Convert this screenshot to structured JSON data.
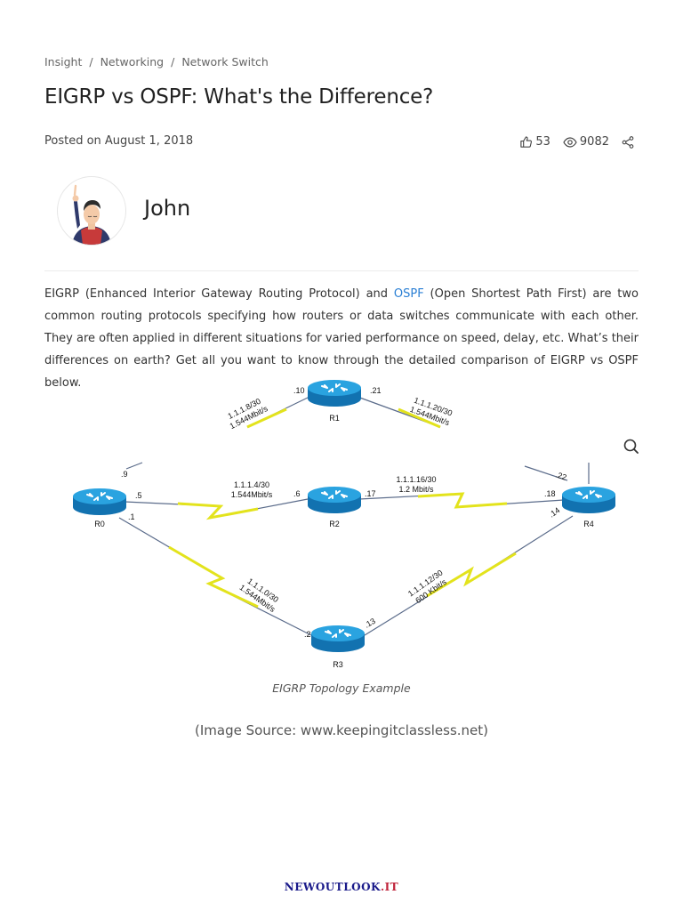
{
  "breadcrumb": [
    "Insight",
    "Networking",
    "Network Switch"
  ],
  "article": {
    "title": "EIGRP vs OSPF: What's the Difference?",
    "posted": "Posted on August 1, 2018",
    "likes": "53",
    "views": "9082"
  },
  "author": {
    "name": "John"
  },
  "intro": {
    "part1": "EIGRP (Enhanced Interior Gateway Routing Protocol) and ",
    "link": "OSPF",
    "part2": " (Open Shortest Path First) are two common routing protocols specifying how routers or data switches communicate with each other. They are often applied in different situations for varied performance on speed, delay, etc. What’s their differences on earth? Get all you want to know through the detailed comparison of EIGRP vs OSPF below."
  },
  "diagram": {
    "routers": [
      "R1",
      "R0",
      "R2",
      "R4",
      "R3"
    ],
    "links": [
      {
        "net": "1.1.1.8/30",
        "speed": "1.544Mbit/s"
      },
      {
        "net": "1.1.1.20/30",
        "speed": "1.544Mbit/s"
      },
      {
        "net": "1.1.1.4/30",
        "speed": "1.544Mbit/s"
      },
      {
        "net": "1.1.1.16/30",
        "speed": "1.2 Mbit/s"
      },
      {
        "net": "1.1.1.0/30",
        "speed": "1.544Mbit/s"
      },
      {
        "net": "1.1.1.12/30",
        "speed": "600 Kbit/s"
      }
    ],
    "interfaces": [
      ".10",
      ".21",
      ".9",
      ".5",
      ".6",
      ".17",
      ".18",
      ".22",
      ".1",
      ".14",
      ".2",
      ".13"
    ],
    "caption": "EIGRP Topology Example"
  },
  "source": "(Image Source: www.keepingitclassless.net)",
  "watermark": {
    "text": "NEWOUTLOOK",
    "suffix": ".IT"
  },
  "colors": {
    "link": "#2a7fd4",
    "serial": "#f2f22a",
    "router": "#1f8fd0"
  }
}
